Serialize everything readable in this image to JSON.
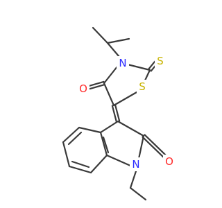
{
  "molecule": {
    "atoms": [
      {
        "id": "S_thione",
        "text": "S",
        "color": "#c8b400"
      },
      {
        "id": "S_ring",
        "text": "S",
        "color": "#c8b400"
      },
      {
        "id": "N_thiazolidine",
        "text": "N",
        "color": "#2b2bff"
      },
      {
        "id": "O_thiazolidine",
        "text": "O",
        "color": "#ff2a2a"
      },
      {
        "id": "O_indolinone",
        "text": "O",
        "color": "#ff2a2a"
      },
      {
        "id": "N_indolinone",
        "text": "N",
        "color": "#2b2bff"
      }
    ],
    "bond_color": "#3a3a3a"
  }
}
